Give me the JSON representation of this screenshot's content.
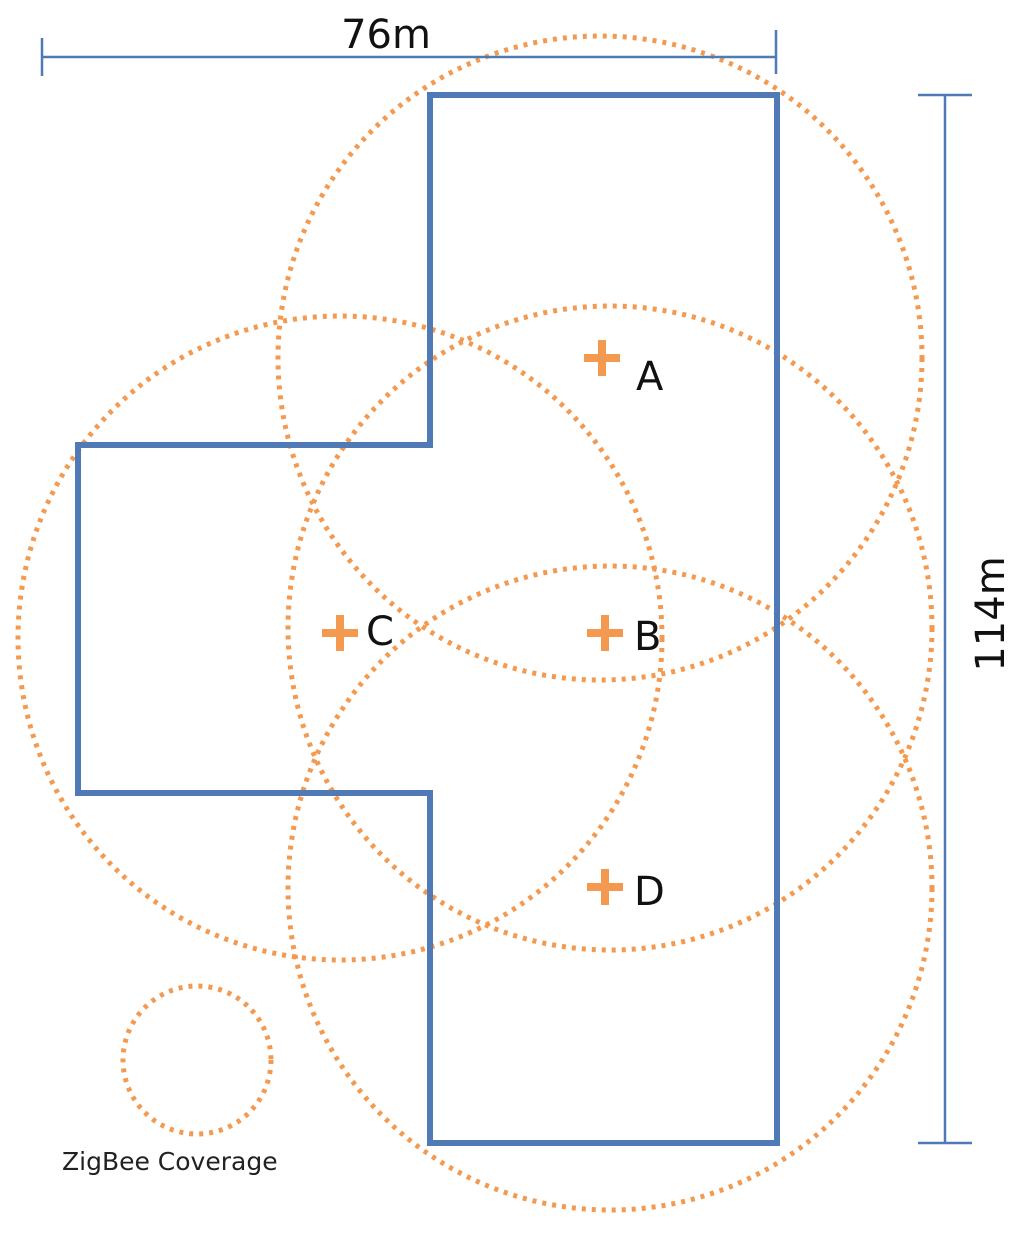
{
  "colors": {
    "building_outline": "#4f7ab5",
    "coverage": "#f39a50",
    "marker": "#f39a50",
    "dimension_line": "#4f7ab5",
    "text": "#111111"
  },
  "dimensions": {
    "width_label": "76m",
    "height_label": "114m"
  },
  "nodes": [
    {
      "id": "A",
      "label": "A"
    },
    {
      "id": "B",
      "label": "B"
    },
    {
      "id": "C",
      "label": "C"
    },
    {
      "id": "D",
      "label": "D"
    }
  ],
  "legend": {
    "label": "ZigBee Coverage",
    "symbol": "dotted-circle"
  }
}
